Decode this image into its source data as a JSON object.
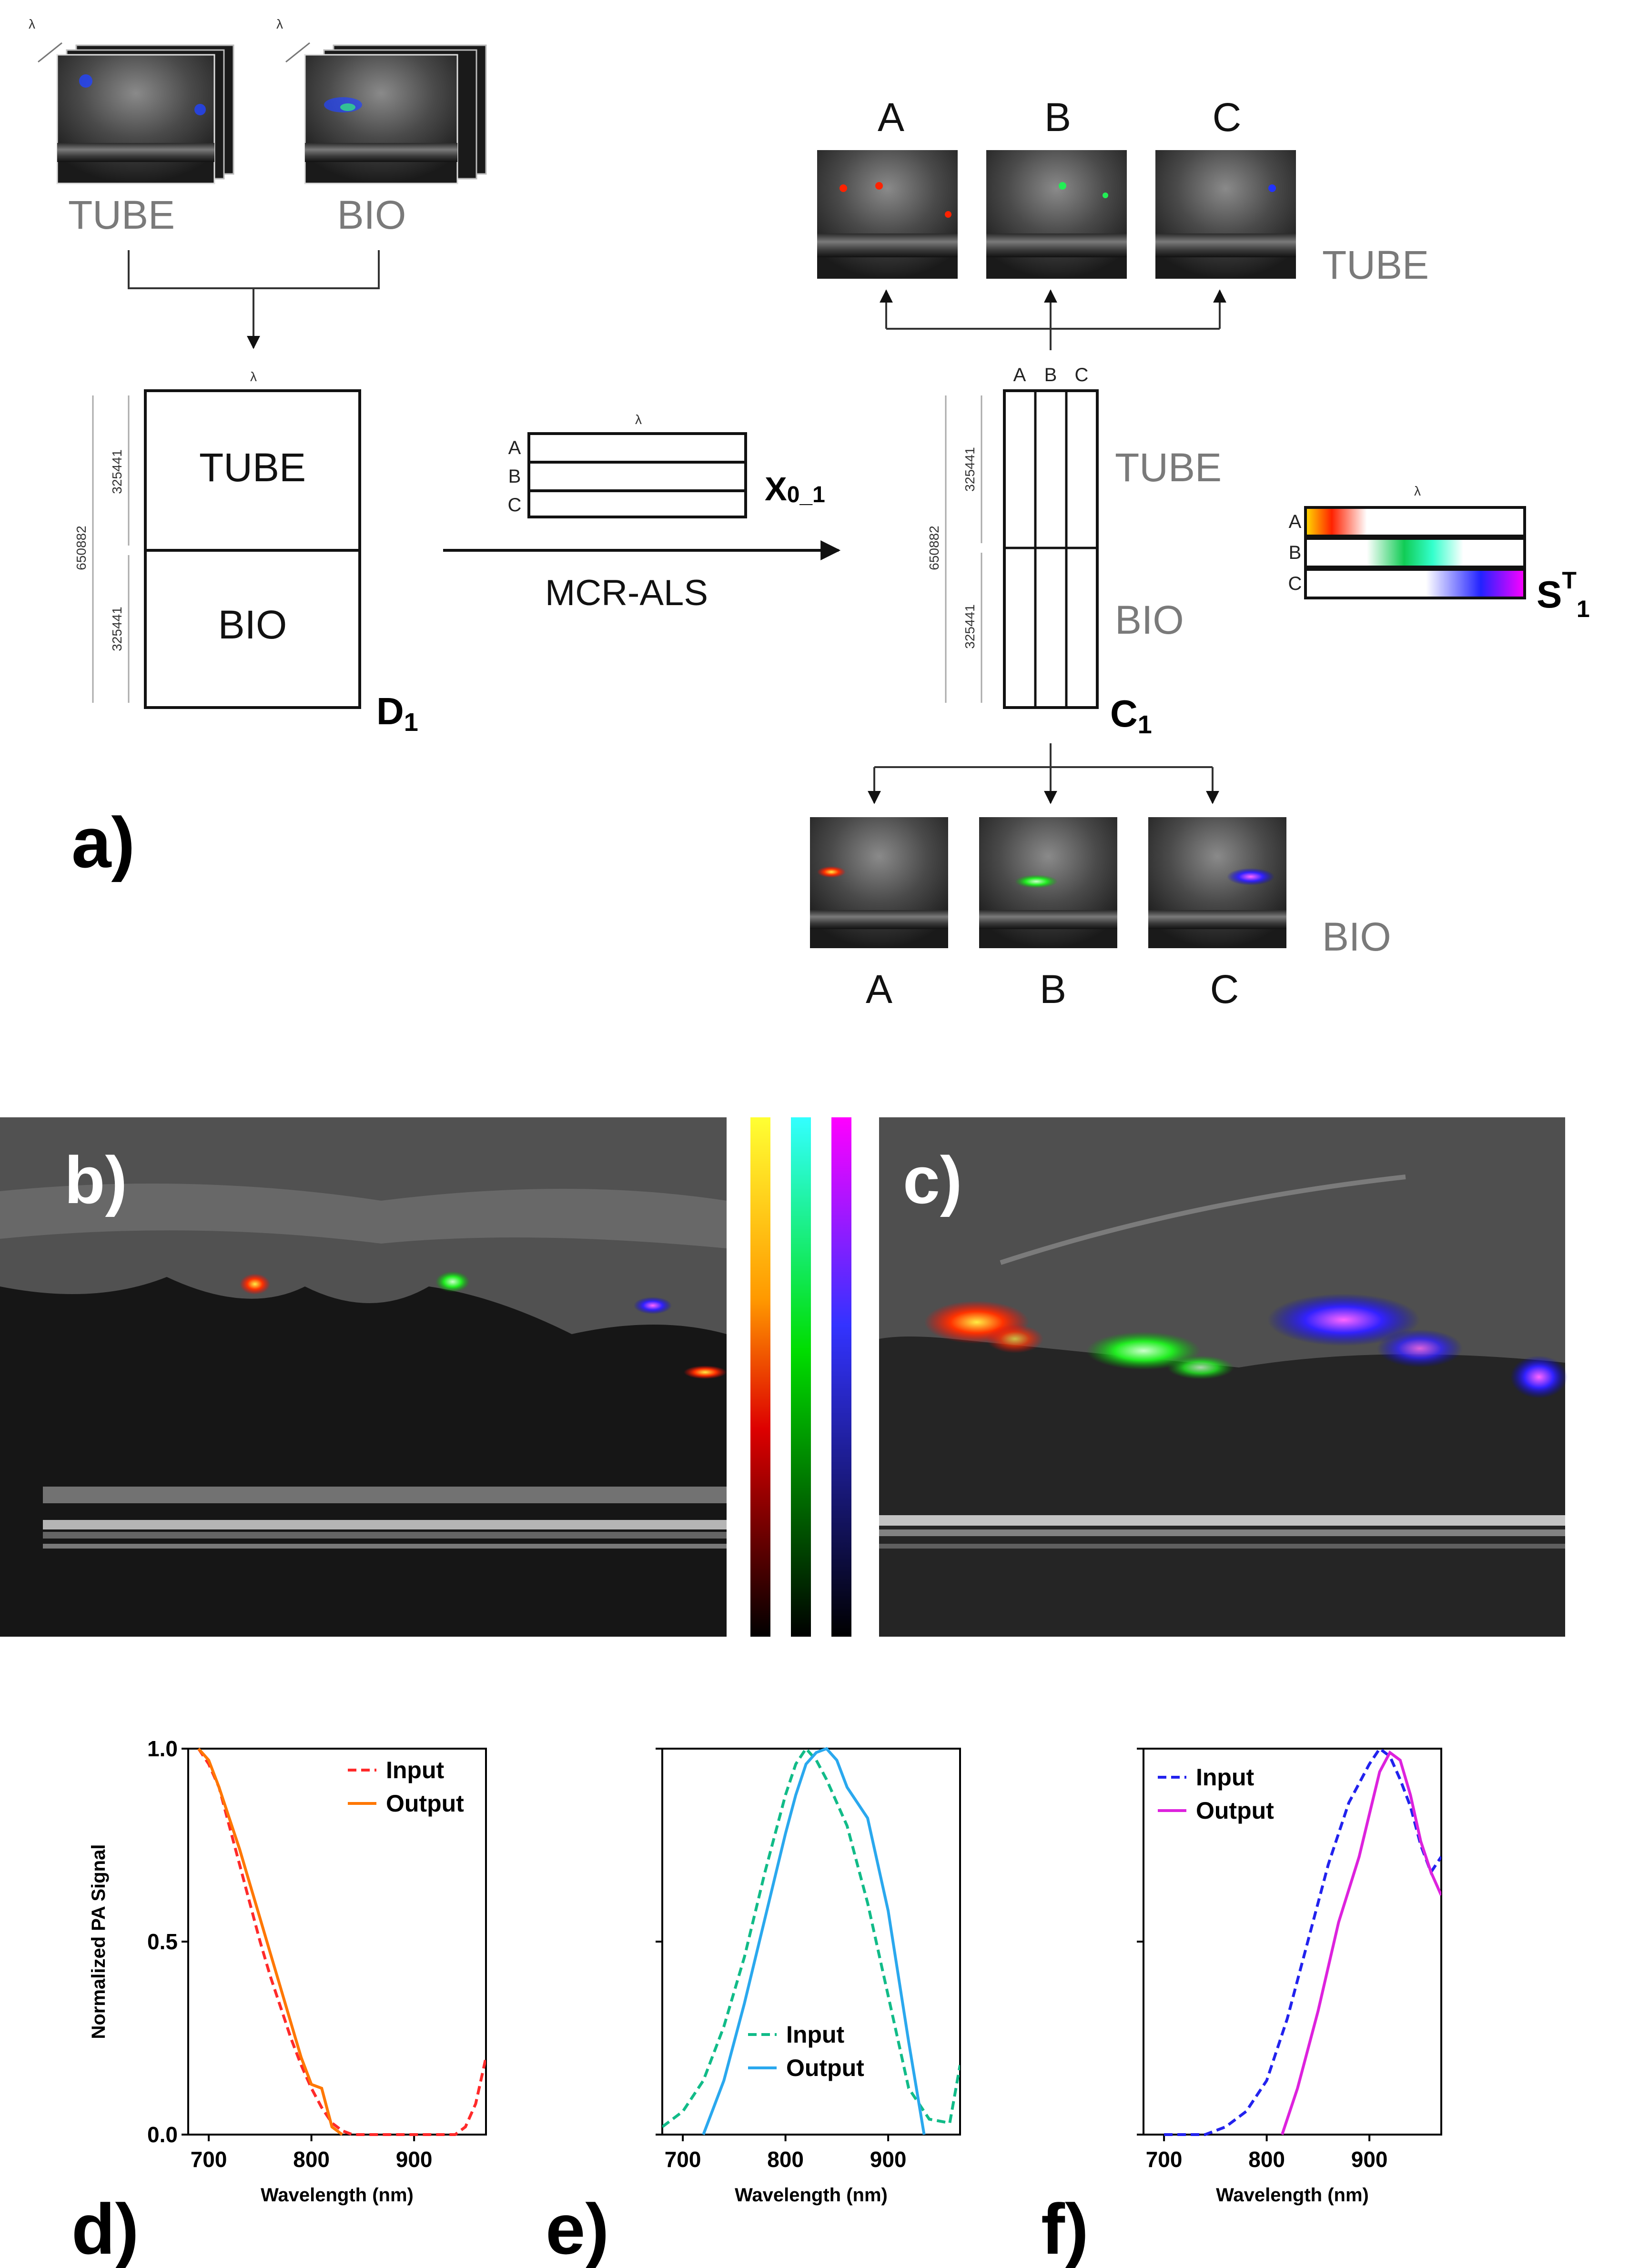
{
  "panel_a": {
    "label": "a)",
    "lambda": "λ",
    "tube": "TUBE",
    "bio": "BIO",
    "d1_total": "650882",
    "d1_half_top": "325441",
    "d1_half_bottom": "325441",
    "d1_name": "D",
    "d1_sub": "1",
    "x0_rows": [
      "A",
      "B",
      "C"
    ],
    "x0_name": "X",
    "x0_sub": "0_1",
    "method": "MCR-ALS",
    "c1_cols": [
      "A",
      "B",
      "C"
    ],
    "c1_total": "650882",
    "c1_half_top": "325441",
    "c1_half_bottom": "325441",
    "c1_name": "C",
    "c1_sub": "1",
    "st_rows": [
      "A",
      "B",
      "C"
    ],
    "st_name": "S",
    "st_sup": "T",
    "st_sub": "1",
    "top_thumb_labels": [
      "A",
      "B",
      "C"
    ],
    "bottom_thumb_labels": [
      "A",
      "B",
      "C"
    ],
    "colors": {
      "A": "#ff2a00",
      "B": "#22dd66",
      "C": "#2222ff",
      "C_end": "#ff00ff"
    }
  },
  "panel_b": {
    "label": "b)"
  },
  "panel_c": {
    "label": "c)"
  },
  "colorbars": [
    {
      "top": "#ffff33",
      "mid": "#ff3300",
      "bottom": "#000000"
    },
    {
      "top": "#33ffff",
      "mid": "#00cc00",
      "bottom": "#000000"
    },
    {
      "top": "#ff00ff",
      "mid": "#2222ff",
      "bottom": "#000000"
    }
  ],
  "chart_data": [
    {
      "type": "line",
      "panel_label": "d)",
      "xlabel": "Wavelength (nm)",
      "ylabel": "Normalized PA Signal",
      "xlim": [
        680,
        970
      ],
      "ylim": [
        0,
        1
      ],
      "xticks": [
        "700",
        "800",
        "900"
      ],
      "yticks": [
        "0.0",
        "0.5",
        "1.0"
      ],
      "legend_position": "top-right",
      "series": [
        {
          "name": "Input",
          "style": "dashed",
          "color": "#ff2a2a",
          "x": [
            690,
            700,
            710,
            720,
            730,
            740,
            750,
            760,
            770,
            780,
            790,
            800,
            810,
            820,
            830,
            840,
            860,
            880,
            900,
            920,
            940,
            950,
            960,
            970
          ],
          "y": [
            1.0,
            0.96,
            0.9,
            0.8,
            0.7,
            0.6,
            0.5,
            0.41,
            0.33,
            0.25,
            0.18,
            0.12,
            0.07,
            0.03,
            0.01,
            0.0,
            0.0,
            0.0,
            0.0,
            0.0,
            0.0,
            0.02,
            0.08,
            0.2
          ]
        },
        {
          "name": "Output",
          "style": "solid",
          "color": "#ff7700",
          "x": [
            690,
            700,
            710,
            720,
            730,
            740,
            750,
            760,
            770,
            780,
            790,
            800,
            810,
            815,
            820,
            830
          ],
          "y": [
            1.0,
            0.97,
            0.9,
            0.82,
            0.74,
            0.65,
            0.56,
            0.47,
            0.38,
            0.29,
            0.2,
            0.13,
            0.12,
            0.07,
            0.02,
            0.0
          ]
        }
      ]
    },
    {
      "type": "line",
      "panel_label": "e)",
      "xlabel": "Wavelength (nm)",
      "ylabel": "",
      "xlim": [
        680,
        970
      ],
      "ylim": [
        0,
        1
      ],
      "xticks": [
        "700",
        "800",
        "900"
      ],
      "yticks": [],
      "legend_position": "bottom-center",
      "series": [
        {
          "name": "Input",
          "style": "dashed",
          "color": "#11bb88",
          "x": [
            680,
            700,
            720,
            740,
            760,
            780,
            800,
            810,
            820,
            830,
            840,
            860,
            880,
            900,
            920,
            940,
            960,
            970
          ],
          "y": [
            0.02,
            0.06,
            0.14,
            0.28,
            0.46,
            0.68,
            0.88,
            0.96,
            1.0,
            0.97,
            0.92,
            0.8,
            0.6,
            0.36,
            0.12,
            0.04,
            0.03,
            0.18
          ]
        },
        {
          "name": "Output",
          "style": "solid",
          "color": "#2aa8ee",
          "x": [
            720,
            740,
            760,
            780,
            800,
            810,
            820,
            830,
            840,
            850,
            860,
            880,
            900,
            920,
            935
          ],
          "y": [
            0.0,
            0.14,
            0.34,
            0.56,
            0.78,
            0.88,
            0.96,
            0.99,
            1.0,
            0.97,
            0.9,
            0.82,
            0.58,
            0.24,
            0.0
          ]
        }
      ]
    },
    {
      "type": "line",
      "panel_label": "f)",
      "xlabel": "Wavelength (nm)",
      "ylabel": "",
      "xlim": [
        680,
        970
      ],
      "ylim": [
        0,
        1
      ],
      "xticks": [
        "700",
        "800",
        "900"
      ],
      "yticks": [],
      "legend_position": "top-left",
      "series": [
        {
          "name": "Input",
          "style": "dashed",
          "color": "#2222ee",
          "x": [
            700,
            720,
            740,
            760,
            780,
            800,
            820,
            840,
            860,
            880,
            900,
            910,
            920,
            930,
            940,
            950,
            960,
            970
          ],
          "y": [
            0.0,
            0.0,
            0.0,
            0.02,
            0.06,
            0.14,
            0.3,
            0.5,
            0.7,
            0.86,
            0.96,
            1.0,
            0.98,
            0.92,
            0.85,
            0.75,
            0.68,
            0.72
          ]
        },
        {
          "name": "Output",
          "style": "solid",
          "color": "#dd22dd",
          "x": [
            815,
            830,
            850,
            870,
            890,
            900,
            910,
            920,
            930,
            940,
            950,
            960,
            970
          ],
          "y": [
            0.0,
            0.12,
            0.32,
            0.55,
            0.72,
            0.83,
            0.94,
            0.99,
            0.97,
            0.88,
            0.76,
            0.68,
            0.62
          ]
        }
      ]
    }
  ]
}
